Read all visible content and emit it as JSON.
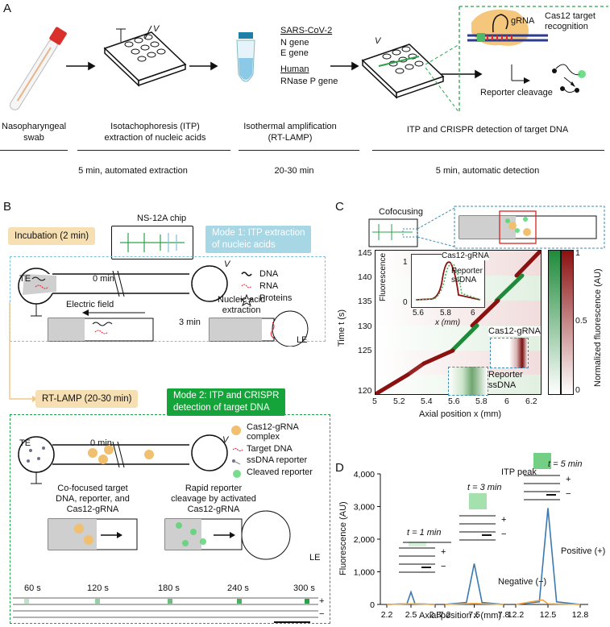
{
  "panelA": {
    "letter": "A",
    "labels": {
      "swab": "Nasopharyngeal\nswab",
      "itp": "Isotachophoresis (ITP)\nextraction of nucleic acids",
      "lamp": "Isothermal amplification\n(RT-LAMP)",
      "detect": "ITP and CRISPR detection of target DNA",
      "sars": "SARS-CoV-2",
      "n_gene": "N gene",
      "e_gene": "E gene",
      "human": "Human",
      "rnasep": "RNase P gene",
      "gRNA": "gRNA",
      "cas12": "Cas12 target\nrecognition",
      "reporter_cleavage": "Reporter cleavage",
      "V": "V"
    },
    "times": {
      "t1": "5 min, automated extraction",
      "t2": "20-30 min",
      "t3": "5 min, automatic detection"
    }
  },
  "panelB": {
    "letter": "B",
    "chip": "NS-12A chip",
    "incubation": "Incubation (2 min)",
    "mode1": "Mode 1: ITP extraction\nof nucleic acids",
    "rtlamp": "RT-LAMP (20-30 min)",
    "mode2": "Mode 2: ITP and CRISPR\ndetection of target DNA",
    "TE": "TE",
    "LE": "LE",
    "V": "V",
    "zero_min": "0 min",
    "three_min": "3 min",
    "electric_field": "Electric field",
    "na_extraction": "Nucleic acid\nextraction",
    "legend1": [
      "DNA",
      "RNA",
      "Proteins"
    ],
    "legend2": [
      "Cas12-gRNA\ncomplex",
      "Target DNA",
      "ssDNA reporter",
      "Cleaved reporter"
    ],
    "cofocused": "Co-focused target\nDNA, reporter, and\nCas12-gRNA",
    "rapid": "Rapid reporter\ncleavage by activated\nCas12-gRNA",
    "strip_times": [
      "60 s",
      "120 s",
      "180 s",
      "240 s",
      "300 s"
    ],
    "plus": "+",
    "minus": "−"
  },
  "panelC": {
    "letter": "C",
    "cofocusing": "Cofocusing",
    "ylabel": "Time t (s)",
    "xlabel": "Axial position x (mm)",
    "cbar_label": "Normalized fluorescence (AU)",
    "cbar_ticks": [
      "1",
      "0.5",
      "0"
    ],
    "inset_ylabel": "Fluorescence",
    "inset_xlabel": "x (mm)",
    "inset_ticks_x": [
      "5.6",
      "5.8",
      "6"
    ],
    "inset_ticks_y": [
      "0",
      "1"
    ],
    "inset_labels": [
      "Cas12-gRNA",
      "Reporter\nssDNA"
    ],
    "cas12_label": "Cas12-gRNA",
    "reporter_label": "Reporter\nssDNA",
    "y_ticks": [
      "145",
      "140",
      "135",
      "130",
      "125",
      "120"
    ],
    "x_ticks": [
      "5",
      "5.2",
      "5.4",
      "5.6",
      "5.8",
      "6",
      "6.2"
    ],
    "colors": {
      "green": "#1f8a3a",
      "red": "#8b1010"
    }
  },
  "panelD": {
    "letter": "D",
    "ylabel": "Fluorescence (AU)",
    "xlabel": "Axial position x (mm)",
    "y_ticks": [
      "4,000",
      "3,000",
      "2,000",
      "1,000",
      "0"
    ],
    "x_ticks": [
      "2.2",
      "2.5",
      "2.8",
      "7.2",
      "7.5",
      "7.8",
      "12.2",
      "12.5",
      "12.8"
    ],
    "t1": "t = 1 min",
    "t3": "t = 3 min",
    "t5": "t = 5 min",
    "itp_peak": "ITP peak",
    "positive": "Positive (+)",
    "negative": "Negative (−)",
    "plus": "+",
    "minus": "−",
    "colors": {
      "positive": "#3a78b0",
      "negative": "#f2a43a"
    }
  },
  "chart_data": {
    "type": "line",
    "xlabel": "Axial position x (mm)",
    "ylabel": "Fluorescence (AU)",
    "ylim": [
      0,
      4000
    ],
    "series": [
      {
        "name": "Positive (+)",
        "points": [
          [
            2.2,
            0
          ],
          [
            2.45,
            20
          ],
          [
            2.5,
            380
          ],
          [
            2.55,
            20
          ],
          [
            2.8,
            0
          ],
          [
            7.2,
            0
          ],
          [
            7.42,
            60
          ],
          [
            7.5,
            1250
          ],
          [
            7.58,
            60
          ],
          [
            7.8,
            0
          ],
          [
            12.2,
            0
          ],
          [
            12.42,
            80
          ],
          [
            12.5,
            2950
          ],
          [
            12.58,
            80
          ],
          [
            12.8,
            0
          ]
        ]
      },
      {
        "name": "Negative (−)",
        "points": [
          [
            2.2,
            0
          ],
          [
            2.5,
            20
          ],
          [
            2.8,
            0
          ],
          [
            7.2,
            0
          ],
          [
            7.5,
            30
          ],
          [
            7.8,
            0
          ],
          [
            12.2,
            0
          ],
          [
            12.45,
            140
          ],
          [
            12.5,
            20
          ],
          [
            12.8,
            0
          ]
        ]
      }
    ]
  }
}
